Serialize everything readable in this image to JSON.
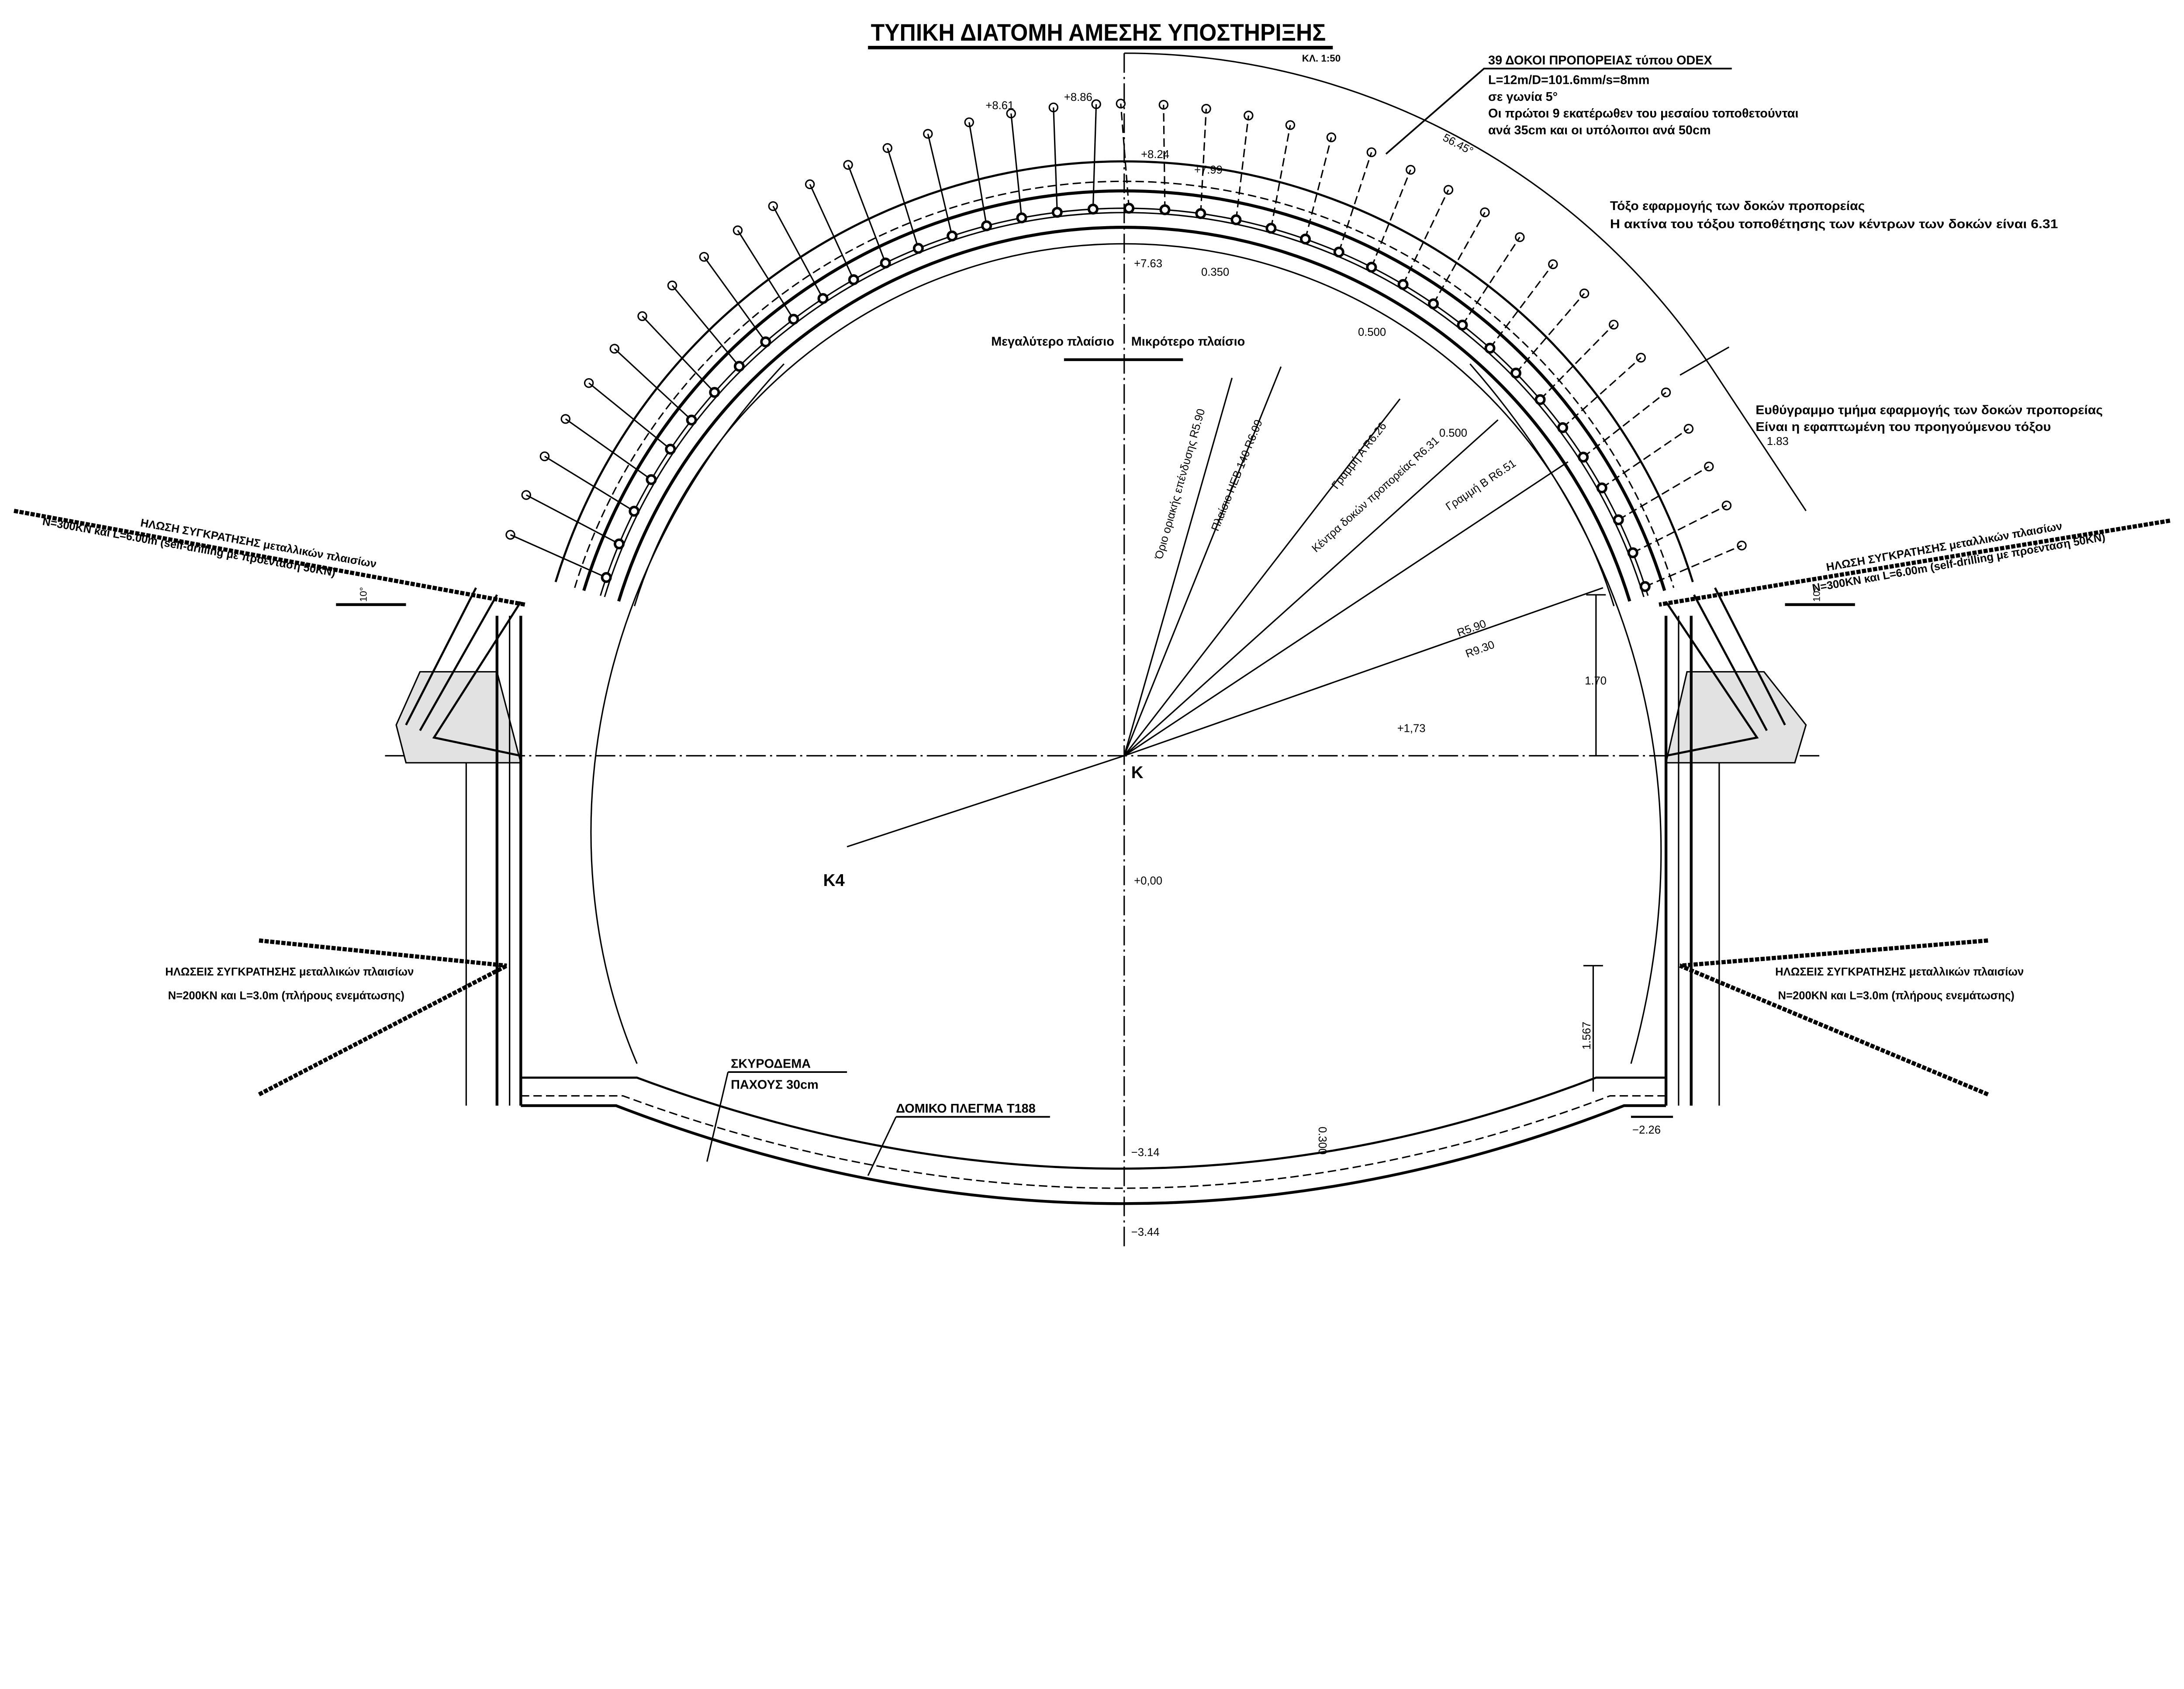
{
  "title": "ΤΥΠΙΚΗ ΔΙΑΤΟΜΗ ΑΜΕΣΗΣ ΥΠΟΣΤΗΡΙΞΗΣ",
  "scale": "ΚΛ. 1:50",
  "forepoling_note": {
    "heading": "39 ΔΟΚΟΙ ΠΡΟΠΟΡΕΙΑΣ τύπου ODEX",
    "lines": [
      "L=12m/D=101.6mm/s=8mm",
      "σε γωνία 5°",
      "Οι πρώτοι 9 εκατέρωθεν του μεσαίου τοποθετούνται",
      "ανά 35cm και οι υπόλοιποι ανά 50cm"
    ]
  },
  "arc_note": [
    "Τόξο εφαρμογής των δοκών προπορείας",
    "Η ακτίνα του τόξου τοποθέτησης των κέντρων των δοκών είναι 6.31"
  ],
  "straight_note": [
    "Ευθύγραμμο τμήμα εφαρμογής των δοκών προπορείας",
    "Είναι η εφαπτωμένη του προηγούμενου τόξου"
  ],
  "angle_label": "56.45°",
  "dim_183": "1.83",
  "upper_bolts": [
    "ΗΛΩΣΗ ΣΥΓΚΡΑΤΗΣΗΣ μεταλλικών πλαισίων",
    "N=300KN και L=6.00m (self-drilling με προένταση 50KN)"
  ],
  "bolt_angle": "10°",
  "lower_bolts": [
    "ΗΛΩΣΕΙΣ ΣΥΓΚΡΑΤΗΣΗΣ μεταλλικών πλαισίων",
    "N=200KN και L=3.0m (πλήρους ενεμάτωσης)"
  ],
  "frames": {
    "larger": "Μεγαλύτερο πλαίσιο",
    "smaller": "Μικρότερο πλαίσιο"
  },
  "radii": {
    "r590": "Όριο οριακής επένδυσης R5.90",
    "r609": "Πλαίσιο HEB 140 R6.09",
    "r626": "Γραμμή A R6.26",
    "r631": "Κέντρα δοκών προπορείας R6.31",
    "r651": "Γραμμή B R6.51",
    "main": "R5.90",
    "big": "R9.30"
  },
  "levels": {
    "l861": "+8.61",
    "l886": "+8.86",
    "l824": "+8.24",
    "l799": "+7.99",
    "l763": "+7.63",
    "l173": "+1,73",
    "l000": "+0,00",
    "l226": "−2.26",
    "l314": "−3.14",
    "l344": "−3.44"
  },
  "dims": {
    "d350": "0.350",
    "d500a": "0.500",
    "d500b": "0.500",
    "d170": "1.70",
    "d1567": "1.567",
    "d300": "0.300"
  },
  "centers": {
    "k": "K",
    "k4": "K4"
  },
  "invert": {
    "concrete": "ΣΚΥΡΟΔΕΜΑ",
    "thickness": "ΠΑΧΟΥΣ 30cm",
    "mesh": "ΔΟΜΙΚΟ ΠΛΕΓΜΑ T188"
  },
  "spiles": {
    "count": 39,
    "angle_deg": 5
  }
}
